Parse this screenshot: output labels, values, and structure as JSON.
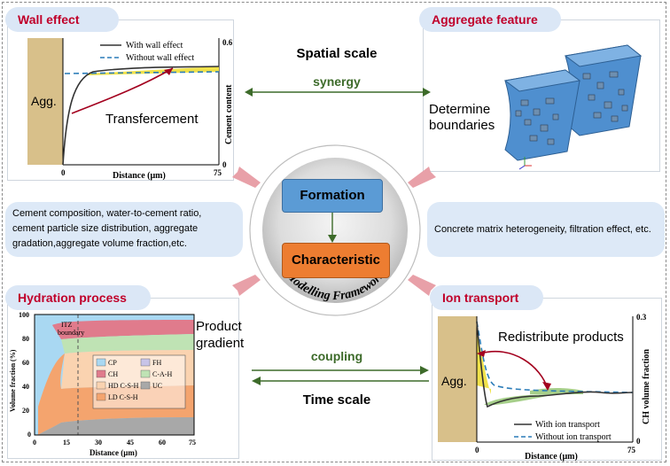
{
  "panels": {
    "wall_effect": {
      "title": "Wall effect",
      "agg_label": "Agg.",
      "annotation": "Transfercement",
      "legend": [
        "With wall effect",
        "Without wall effect"
      ],
      "ylabel": "Cement content",
      "xlabel": "Distance (μm)",
      "x_ticks": [
        "0",
        "75"
      ],
      "y_ticks": [
        "0.6",
        "0"
      ]
    },
    "aggregate_feature": {
      "title": "Aggregate feature",
      "annotation_line1": "Determine",
      "annotation_line2": "boundaries"
    },
    "hydration_process": {
      "title": "Hydration process",
      "annotation_line1": "Product",
      "annotation_line2": "gradient",
      "itz_label_line1": "ITZ",
      "itz_label_line2": "boundary",
      "ylabel": "Volume fraction (%)",
      "xlabel": "Distance (μm)",
      "x_ticks": [
        "0",
        "15",
        "30",
        "45",
        "60",
        "75"
      ],
      "y_ticks": [
        "100",
        "80",
        "60",
        "40",
        "20",
        "0"
      ],
      "legend": [
        {
          "label": "CP",
          "color": "#a9d8f2"
        },
        {
          "label": "FH",
          "color": "#c8c4e8"
        },
        {
          "label": "CH",
          "color": "#e07b8c"
        },
        {
          "label": "C-A-H",
          "color": "#bfe3b4"
        },
        {
          "label": "HD C-S-H",
          "color": "#fad3b0"
        },
        {
          "label": "UC",
          "color": "#a8a8a8"
        },
        {
          "label": "LD C-S-H",
          "color": "#f4a46e"
        }
      ]
    },
    "ion_transport": {
      "title": "Ion transport",
      "agg_label": "Agg.",
      "annotation": "Redistribute products",
      "legend": [
        "With ion transport",
        "Without ion transport"
      ],
      "ylabel": "CH volume fraction",
      "xlabel": "Distance (μm)",
      "x_ticks": [
        "0",
        "75"
      ],
      "y_ticks": [
        "0.3",
        "0"
      ]
    }
  },
  "center": {
    "spatial_scale": "Spatial scale",
    "synergy": "synergy",
    "coupling": "coupling",
    "time_scale": "Time scale",
    "formation": "Formation",
    "characteristic": "Characteristic",
    "ring_label": "Modelling Framework"
  },
  "info_left": "Cement composition, water-to-cement ratio, cement particle size distribution, aggregate gradation,aggregate volume fraction,etc.",
  "info_right": "Concrete matrix heterogeneity, filtration effect, etc.",
  "colors": {
    "tag_bg": "#dbe7f6",
    "tag_text": "#c0002a",
    "formation_box": "#5b9bd5",
    "characteristic_box": "#ed7d31",
    "green_arrow": "#3d6b2a",
    "pink_arrow": "#e8a0a8"
  }
}
